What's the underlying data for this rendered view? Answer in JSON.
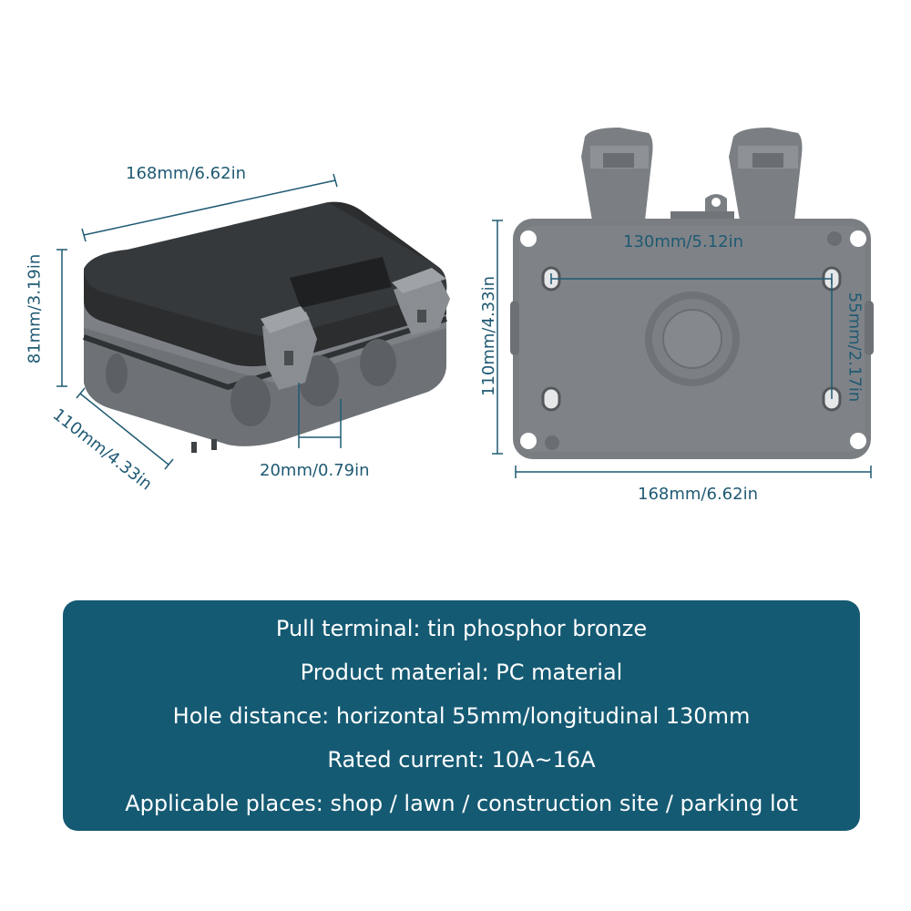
{
  "dimensions": {
    "front_width": "168mm/6.62in",
    "front_height": "81mm/3.19in",
    "front_depth": "110mm/4.33in",
    "socket_spacing": "20mm/0.79in",
    "back_hole_horizontal": "130mm/5.12in",
    "back_hole_vertical": "55mm/2.17in",
    "back_height": "110mm/4.33in",
    "back_width": "168mm/6.62in"
  },
  "specs": [
    "Pull terminal: tin phosphor bronze",
    "Product material: PC material",
    "Hole distance: horizontal 55mm/longitudinal 130mm",
    "Rated current: 10A~16A",
    "Applicable places: shop / lawn / construction site / parking lot"
  ],
  "colors": {
    "label_text": "#1f5a73",
    "panel_bg": "#155a73",
    "panel_text": "#ffffff",
    "box_grey": "#7b7f83",
    "lid_black": "#2b2d2f"
  }
}
